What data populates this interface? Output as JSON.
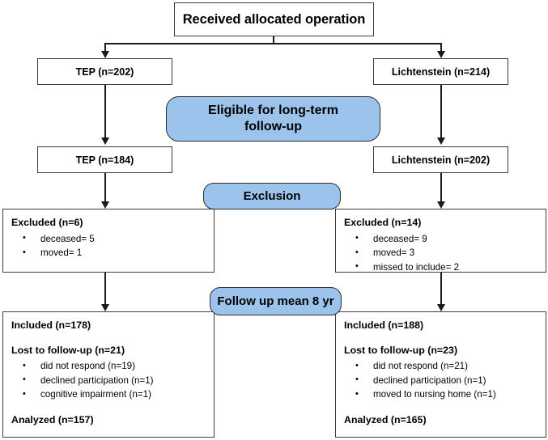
{
  "diagram": {
    "title": "Received allocated operation",
    "top_box": {
      "label": "Received allocated operation"
    },
    "stage_allocated": {
      "left": {
        "label": "TEP (n=202)"
      },
      "right": {
        "label": "Lichtenstein (n=214)"
      }
    },
    "callout_eligible": {
      "line1": "Eligible for long-term",
      "line2": "follow-up"
    },
    "stage_eligible": {
      "left": {
        "label": "TEP (n=184)"
      },
      "right": {
        "label": "Lichtenstein (n=202)"
      }
    },
    "callout_exclusion": {
      "label": "Exclusion"
    },
    "stage_excluded": {
      "left": {
        "heading": "Excluded (n=6)",
        "items": [
          "deceased= 5",
          "moved= 1"
        ]
      },
      "right": {
        "heading": "Excluded (n=14)",
        "items": [
          "deceased= 9",
          "moved= 3",
          "missed to include= 2"
        ]
      }
    },
    "callout_followup": {
      "label": "Follow up mean 8 yr"
    },
    "stage_outcome": {
      "left": {
        "included": "Included (n=178)",
        "lost_heading": "Lost to follow-up (n=21)",
        "lost_items": [
          "did not respond (n=19)",
          "declined participation (n=1)",
          "cognitive impairment (n=1)"
        ],
        "analyzed": "Analyzed (n=157)"
      },
      "right": {
        "included": "Included (n=188)",
        "lost_heading": "Lost to follow-up (n=23)",
        "lost_items": [
          "did not respond (n=21)",
          "declined participation (n=1)",
          "moved to nursing home (n=1)"
        ],
        "analyzed": "Analyzed (n=165)"
      }
    },
    "colors": {
      "callout_fill": "#9CC3EB",
      "box_border": "#3C3C3C",
      "connector": "#1A1A1A",
      "background": "#FFFFFF",
      "text": "#000000"
    }
  }
}
